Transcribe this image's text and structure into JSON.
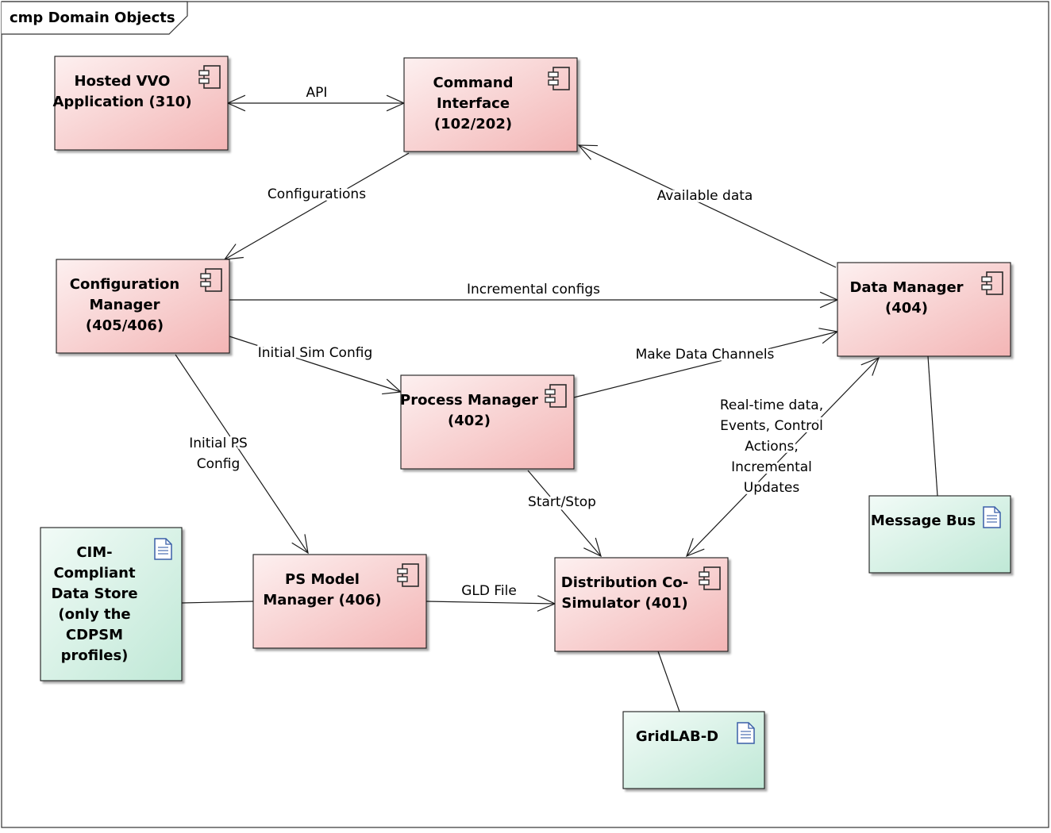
{
  "frame": {
    "title": "cmp Domain Objects"
  },
  "nodes": {
    "hosted_vvo": [
      "Hosted VVO",
      "Application (310)"
    ],
    "command_interface": [
      "Command",
      "Interface",
      "(102/202)"
    ],
    "configuration_manager": [
      "Configuration",
      "Manager",
      "(405/406)"
    ],
    "data_manager": [
      "Data Manager",
      "(404)"
    ],
    "process_manager": [
      "Process Manager",
      "(402)"
    ],
    "ps_model_manager": [
      "PS Model",
      "Manager (406)"
    ],
    "distribution_cosim": [
      "Distribution Co-",
      "Simulator (401)"
    ],
    "cim_store": [
      "CIM-",
      "Compliant",
      "Data Store",
      "(only the",
      "CDPSM",
      "profiles)"
    ],
    "message_bus": [
      "Message Bus"
    ],
    "gridlabd": [
      "GridLAB-D"
    ]
  },
  "edges": {
    "api": [
      "API"
    ],
    "configurations": [
      "Configurations"
    ],
    "available_data": [
      "Available data"
    ],
    "incremental_configs": [
      "Incremental configs"
    ],
    "initial_sim_config": [
      "Initial Sim Config"
    ],
    "make_data_channels": [
      "Make Data Channels"
    ],
    "initial_ps_config": [
      "Initial PS",
      "Config"
    ],
    "start_stop": [
      "Start/Stop"
    ],
    "realtime_data": [
      "Real-time data,",
      "Events, Control",
      "Actions,",
      "Incremental",
      "Updates"
    ],
    "gld_file": [
      "GLD File"
    ]
  },
  "colors": {
    "component_fill": "#f6c9c9",
    "artifact_fill": "#cdeee0",
    "stroke": "#1a1a1a",
    "icon_stroke": "#2b2b2b",
    "artifact_icon": "#3a5fa8"
  }
}
